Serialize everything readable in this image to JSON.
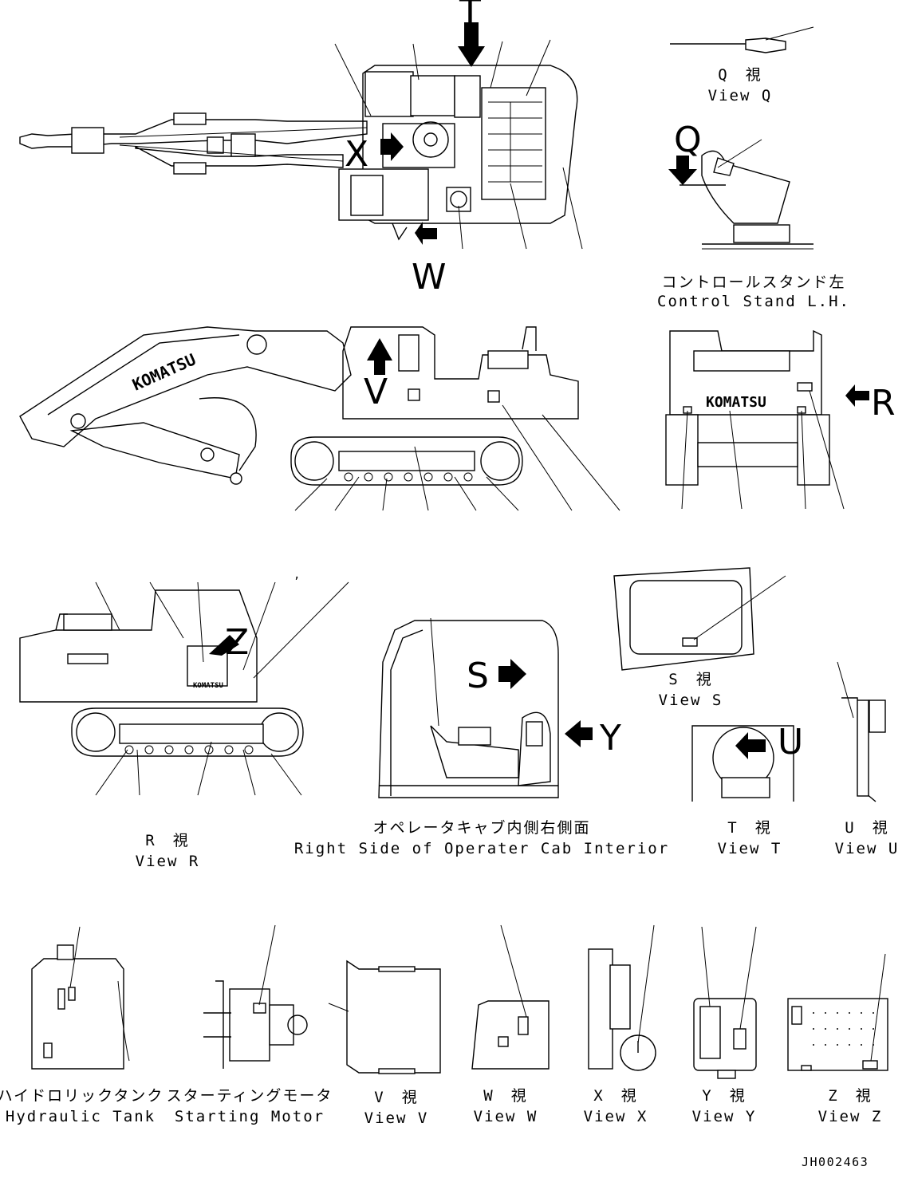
{
  "drawing_number": "JH002463",
  "view_letters": {
    "t": "T",
    "x": "X",
    "w": "W",
    "q": "Q",
    "v": "V",
    "r": "R",
    "z": "Z",
    "s": "S",
    "y": "Y",
    "u": "U"
  },
  "captions": {
    "view_q": {
      "jp": "Q　視",
      "en": "View Q"
    },
    "control_stand": {
      "jp": "コントロールスタンド左",
      "en": "Control Stand L.H."
    },
    "view_r": {
      "jp": "R　視",
      "en": "View R"
    },
    "cab_interior": {
      "jp": "オペレータキャブ内側右側面",
      "en": "Right Side of Operater Cab Interior"
    },
    "view_s": {
      "jp": "S　視",
      "en": "View S"
    },
    "view_t": {
      "jp": "T　視",
      "en": "View T"
    },
    "view_u": {
      "jp": "U　視",
      "en": "View U"
    },
    "hydraulic_tank": {
      "jp": "ハイドロリックタンク",
      "en": "Hydraulic Tank"
    },
    "starting_motor": {
      "jp": "スターティングモータ",
      "en": "Starting Motor"
    },
    "view_v": {
      "jp": "V　視",
      "en": "View V"
    },
    "view_w": {
      "jp": "W　視",
      "en": "View W"
    },
    "view_x": {
      "jp": "X　視",
      "en": "View X"
    },
    "view_y": {
      "jp": "Y　視",
      "en": "View Y"
    },
    "view_z": {
      "jp": "Z　視",
      "en": "View Z"
    }
  },
  "brand_marks": {
    "boom": "KOMATSU",
    "counterweight": "KOMATSU",
    "cab": "KOMATSU"
  },
  "stray_mark": ","
}
